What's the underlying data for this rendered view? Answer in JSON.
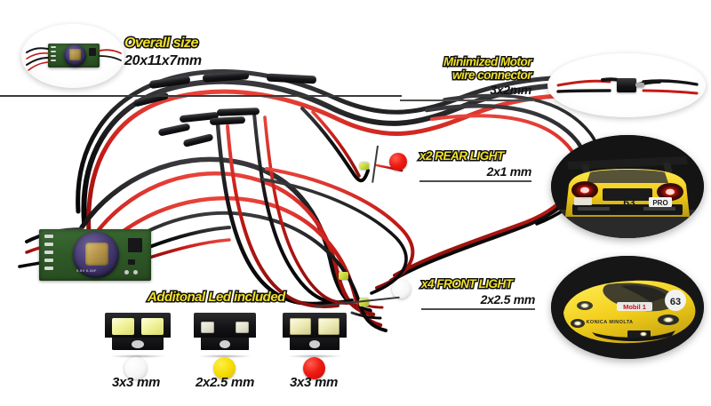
{
  "document": {
    "type": "product-infographic",
    "subject": "RC car LED light kit wiring harness",
    "background_color": "#ffffff",
    "highlight_color": "#f2e12a",
    "outline_color": "#111111"
  },
  "callouts": [
    {
      "id": "overall-size",
      "title": "Overall size",
      "dimension": "20x11x7mm",
      "has_rule": false,
      "align": "left"
    },
    {
      "id": "motor-connector",
      "title_line1": "Minimized Motor",
      "title_line2": "wire connector",
      "dimension": "3x2mm",
      "has_rule": true,
      "align": "right"
    },
    {
      "id": "rear-light",
      "title": "x2 REAR LIGHT",
      "dimension": "2x1 mm",
      "marker_color": "#ef1b12",
      "marker_name": "red-dot",
      "has_rule": true,
      "align": "left"
    },
    {
      "id": "front-light",
      "title": "x4 FRONT LIGHT",
      "dimension": "2x2.5 mm",
      "marker_color": "#ffffff",
      "marker_name": "white-dot",
      "has_rule": true,
      "align": "left"
    }
  ],
  "additional_leds": {
    "heading": "Additonal Led included",
    "items": [
      {
        "color_name": "white",
        "color_hex": "#ffffff",
        "size": "3x3 mm",
        "emitter_style": "white"
      },
      {
        "color_name": "yellow",
        "color_hex": "#f5dc00",
        "size": "2x2.5 mm",
        "emitter_style": "pale"
      },
      {
        "color_name": "red",
        "color_hex": "#ef1b12",
        "size": "3x3 mm",
        "emitter_style": "amber"
      }
    ]
  },
  "photos": [
    {
      "id": "pcb-inset",
      "caption_ref": "overall-size",
      "description": "LED controller PCB with supercapacitor",
      "board_text": "5.5V 0.33F"
    },
    {
      "id": "connector-inset",
      "caption_ref": "motor-connector",
      "description": "Miniature inline motor wire connector"
    },
    {
      "id": "car-rear",
      "caption_ref": "rear-light",
      "description": "Yellow race car rear with lit red tail lights",
      "body_color": "#f3d317",
      "decals": [
        "63",
        "PRO"
      ]
    },
    {
      "id": "car-front",
      "caption_ref": "front-light",
      "description": "Yellow race car front three-quarter view with lit head lights",
      "body_color": "#f3d317",
      "decals": [
        "Mobil 1",
        "63",
        "KONICA MINOLTA"
      ]
    }
  ],
  "harness": {
    "wire_colors": [
      "#cf1f1f",
      "#141414"
    ],
    "description": "Multi-branch red and black wire loom with heat-shrink sleeves"
  },
  "main_board": {
    "capacitor_text": "5.5V 0.33F",
    "board_color": "#2f5a28"
  }
}
